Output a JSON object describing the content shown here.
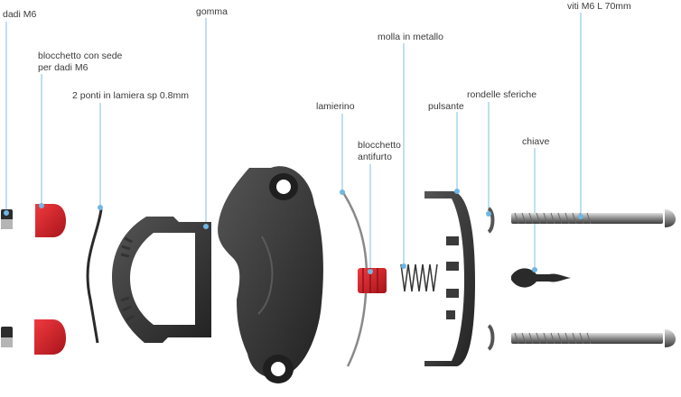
{
  "labels": {
    "dadi": "dadi M6",
    "blocchetto_sede_1": "blocchetto con sede",
    "blocchetto_sede_2": "per dadi M6",
    "ponti": "2 ponti in lamiera sp 0.8mm",
    "gomma": "gomma",
    "lamierino": "lamierino",
    "antifurto_1": "blocchetto",
    "antifurto_2": "antifurto",
    "molla": "molla in metallo",
    "pulsante": "pulsante",
    "rondelle": "rondelle sferiche",
    "chiave": "chiave",
    "viti": "viti M6  L 70mm"
  },
  "colors": {
    "leader": "#7fbfe6",
    "dot": "#6fb7e4",
    "part_dark": "#3b3b3b",
    "part_red": "#d8202a",
    "metal": "#9a9a9a"
  }
}
